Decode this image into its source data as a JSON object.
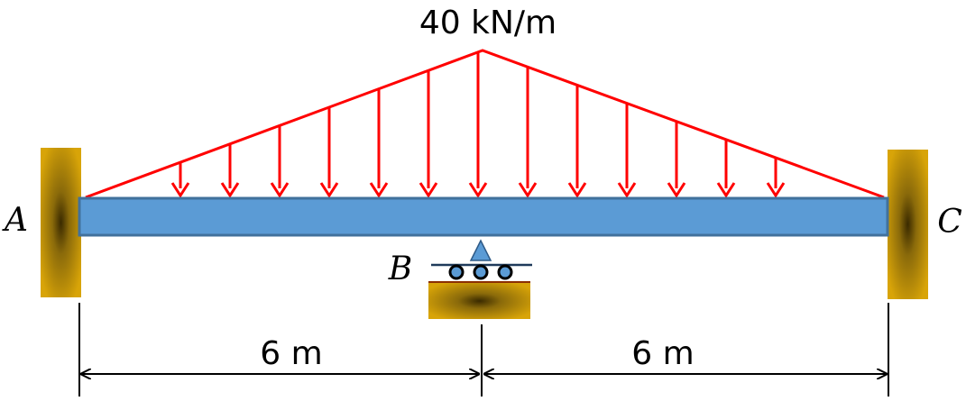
{
  "load": {
    "label": "40 kN/m",
    "color": "#ff0000",
    "peak_intensity_kN_per_m": 40,
    "distribution": "triangular",
    "arrow_count": 13
  },
  "supports": {
    "A": {
      "label": "A",
      "type": "fixed-wall"
    },
    "B": {
      "label": "B",
      "type": "roller"
    },
    "C": {
      "label": "C",
      "type": "fixed-wall"
    }
  },
  "dimensions": [
    {
      "label": "6 m",
      "length_m": 6
    },
    {
      "label": "6 m",
      "length_m": 6
    }
  ],
  "colors": {
    "beam": "#5b9bd5",
    "beam_edge": "#41719c",
    "wall": "#cc9900",
    "roller": "#5b9bd5",
    "load": "#ff0000"
  }
}
